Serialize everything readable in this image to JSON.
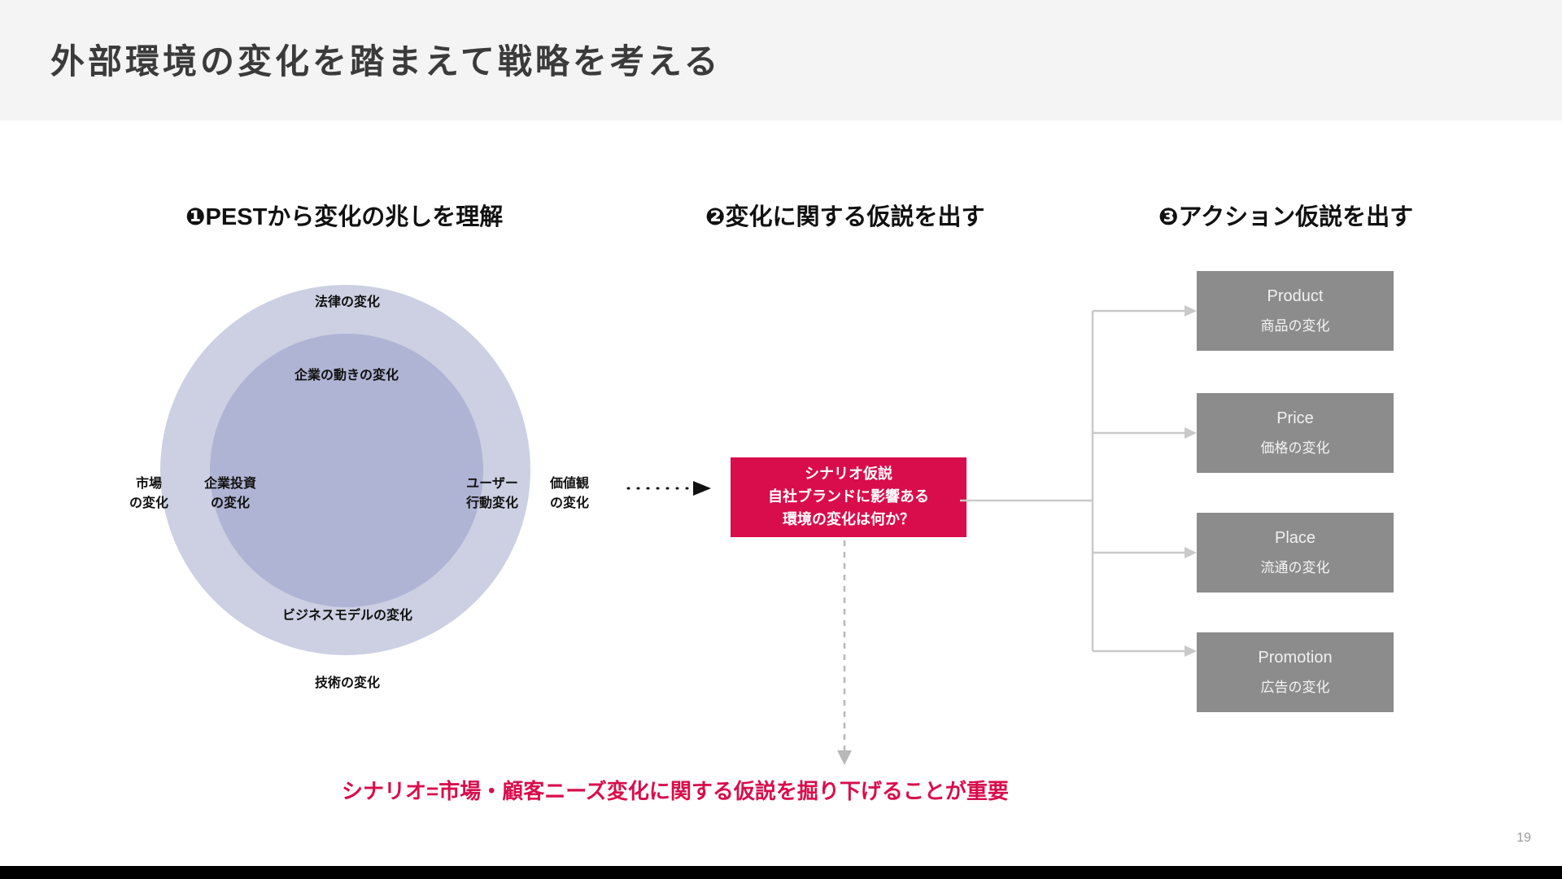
{
  "slide": {
    "title": "外部環境の変化を踏まえて戦略を考える",
    "page_number": "19",
    "accent_color": "#d90d4b",
    "header_bg": "#f4f4f4",
    "box_gray": "#8c8c8c",
    "circle_outer_color": "#ccd0e2",
    "circle_inner_color": "#b0b4d4"
  },
  "steps": [
    {
      "label": "❶PESTから変化の兆しを理解"
    },
    {
      "label": "❷変化に関する仮説を出す"
    },
    {
      "label": "❸アクション仮説を出す"
    }
  ],
  "pest_circle": {
    "outer_labels": {
      "top": "法律の変化",
      "left": "市場\nの変化",
      "left_line1": "市場",
      "left_line2": "の変化",
      "right_line1": "価値観",
      "right_line2": "の変化",
      "bottom": "技術の変化"
    },
    "inner_labels": {
      "top": "企業の動きの変化",
      "left_line1": "企業投資",
      "left_line2": "の変化",
      "right_line1": "ユーザー",
      "right_line2": "行動変化",
      "bottom": "ビジネスモデルの変化"
    }
  },
  "scenario": {
    "line1": "シナリオ仮説",
    "line2": "自社ブランドに影響ある",
    "line3": "環境の変化は何か？"
  },
  "four_p": [
    {
      "en": "Product",
      "ja": "商品の変化"
    },
    {
      "en": "Price",
      "ja": "価格の変化"
    },
    {
      "en": "Place",
      "ja": "流通の変化"
    },
    {
      "en": "Promotion",
      "ja": "広告の変化"
    }
  ],
  "footnote": "シナリオ=市場・顧客ニーズ変化に関する仮説を掘り下げることが重要"
}
